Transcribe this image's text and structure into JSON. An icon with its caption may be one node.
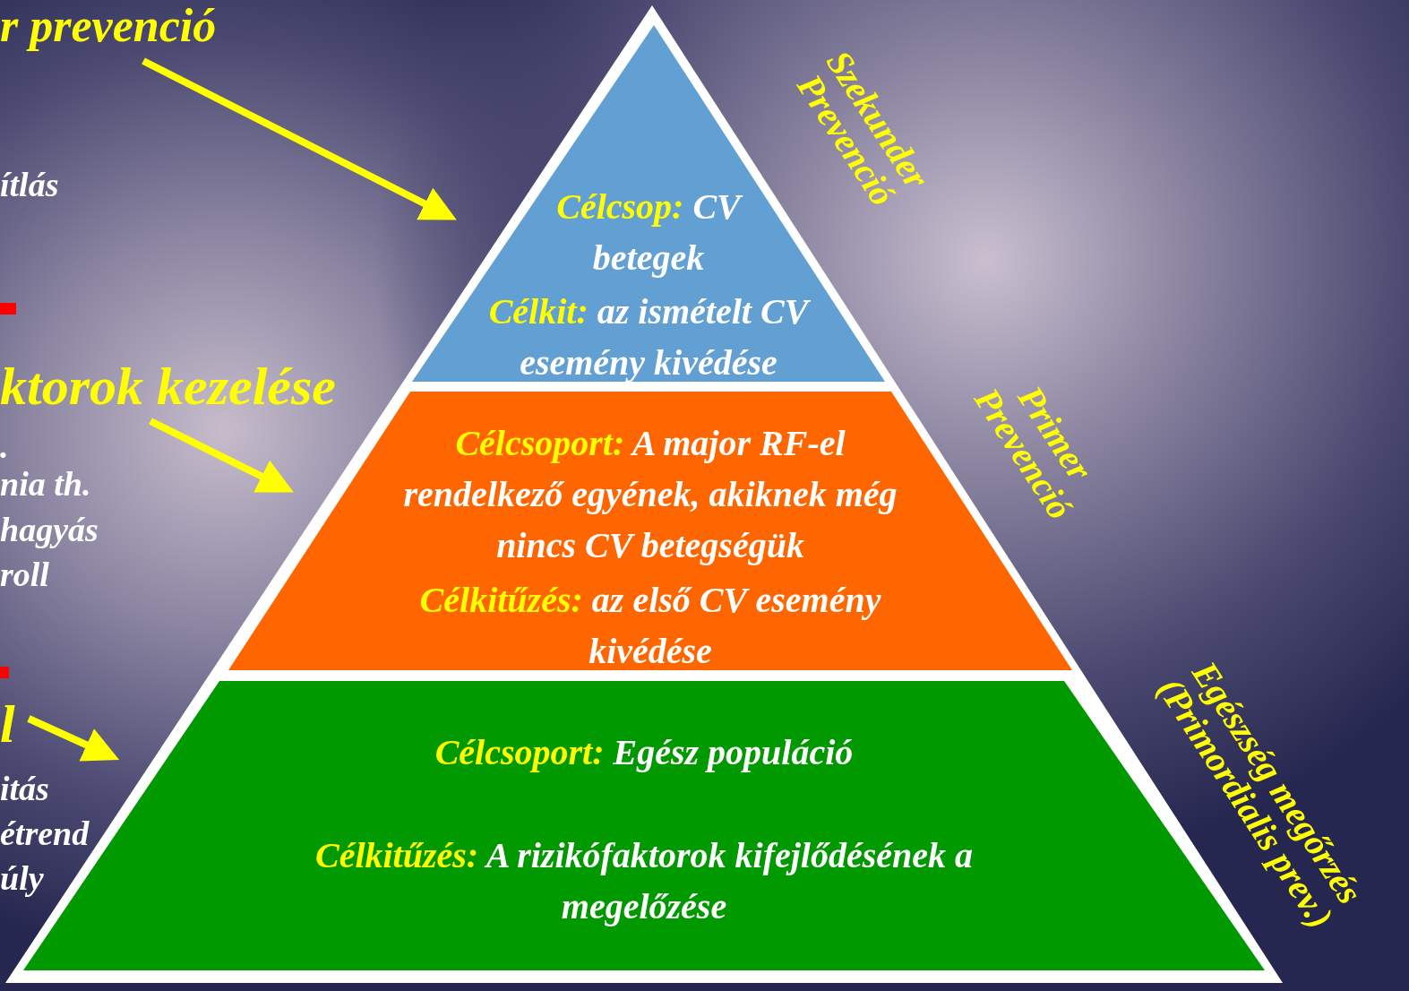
{
  "diagram": {
    "nodes": [
      {
        "text": [
          "Célcsop:",
          "CV betegek",
          "Célkit:",
          "az ismételt CV esemény kivédése"
        ]
      },
      {
        "text": [
          "Célcsoport:",
          "A major RF-el rendelkező egyének, akiknek még nincs CV betegségük",
          "Célkitűzés:",
          "az első CV esemény kivédése"
        ]
      },
      {
        "text": [
          "Célcsoport:",
          "Egész populáció",
          "Célkitűzés:",
          "A rizikófaktorok kifejlődésének a megelőzése"
        ]
      },
      {
        "text": [
          "r prevenció"
        ]
      },
      {
        "text": [
          "ktorok kezelése"
        ]
      },
      {
        "text": [
          "l"
        ]
      }
    ],
    "edges": [
      {
        "from": 3,
        "to": 0,
        "arrow": "to"
      },
      {
        "from": 4,
        "to": 1,
        "arrow": "to"
      },
      {
        "from": 5,
        "to": 2,
        "arrow": "to"
      }
    ],
    "labels": [
      "ítlás",
      ".",
      "nia th.",
      "hagyás",
      "roll",
      "itás",
      "étrend",
      "úly",
      "Szekunder Prevenció",
      "Primer Prevenció",
      "Egészség megőrzés (Primordialis prev.)"
    ]
  }
}
